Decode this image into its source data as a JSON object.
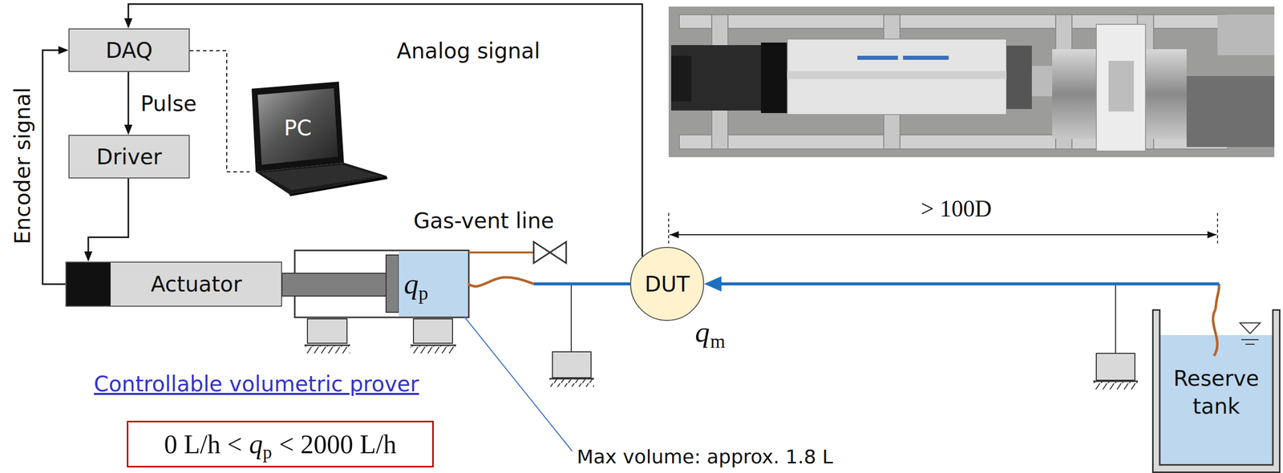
{
  "diagram": {
    "nodes": [
      {
        "text": [
          "DAQ"
        ]
      },
      {
        "text": [
          "Driver"
        ]
      },
      {
        "text": [
          "PC"
        ]
      },
      {
        "text": [
          "Actuator"
        ]
      },
      {
        "text": [
          "q",
          "p"
        ]
      },
      {
        "text": [
          "DUT"
        ]
      },
      {
        "text": [
          "0 L/h <",
          "q",
          "p",
          "< 2000 L/h"
        ]
      },
      {
        "text": [
          "Reserve tank"
        ]
      }
    ],
    "edges": [
      {
        "from": 0,
        "to": 1,
        "label": "Pulse",
        "arrow": "to"
      },
      {
        "from": 1,
        "to": 3,
        "arrow": "to"
      },
      {
        "from": 3,
        "to": 0,
        "label": "Encoder signal",
        "arrow": "to"
      },
      {
        "from": 5,
        "to": 0,
        "label": "Analog signal",
        "arrow": "to"
      },
      {
        "from": 0,
        "to": 2,
        "arrow": "none"
      },
      {
        "from": 7,
        "to": 5,
        "arrow": "to"
      },
      {
        "from": 5,
        "to": 4,
        "arrow": "to"
      }
    ],
    "labels": [
      "Controllable volumetric prover",
      "Gas-vent line",
      "> 100D",
      "q",
      "m",
      "Max volume: approx. 1.8 L"
    ]
  }
}
